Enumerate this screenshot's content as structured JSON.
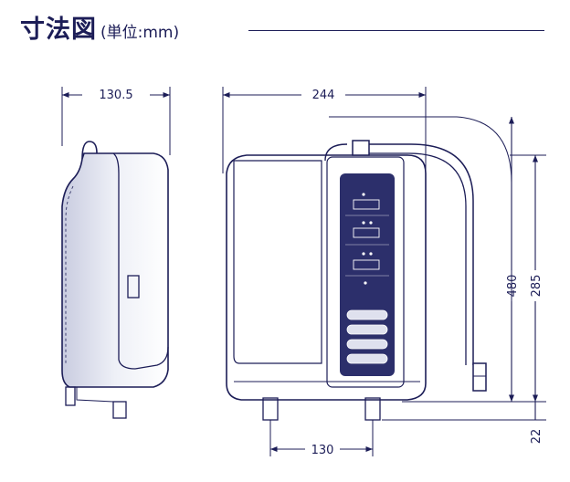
{
  "header": {
    "title": "寸法図",
    "unit": "(単位:mm)"
  },
  "dimensions": {
    "side_depth": "130.5",
    "front_width": "244",
    "height_with_pipe": "480",
    "body_height": "285",
    "feet_height": "22",
    "feet_spacing": "130"
  },
  "colors": {
    "line": "#1c1d57",
    "panel": "#2c2f6b"
  }
}
